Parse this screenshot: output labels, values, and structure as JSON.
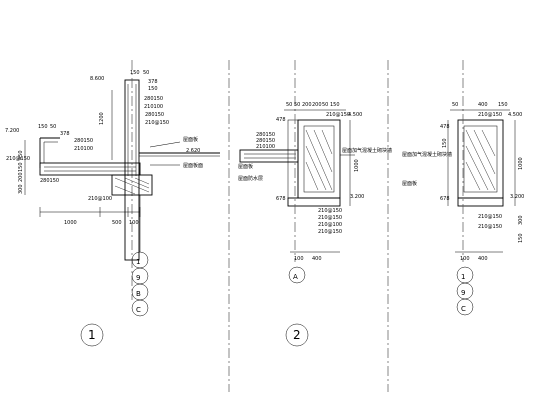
{
  "detail1": {
    "levels": {
      "top": "8.600",
      "mid": "7.200",
      "ground": "2.620"
    },
    "rebars": [
      "280150",
      "210100",
      "280150",
      "210@150",
      "280150",
      "210@150",
      "210100",
      "210@100",
      "280150"
    ],
    "small_dims": [
      "150",
      "50",
      "378",
      "150",
      "378",
      "150",
      "50"
    ],
    "vert_dims": [
      "1200",
      "450",
      "150",
      "200",
      "300"
    ],
    "horiz_dims": [
      "1000",
      "500",
      "100"
    ],
    "notes": [
      "屋面板",
      "屋面板面"
    ],
    "axes": [
      "1",
      "9",
      "B",
      "C"
    ],
    "number": "1"
  },
  "detail2": {
    "top_dims": [
      "50",
      "50",
      "200",
      "200",
      "50",
      "150"
    ],
    "levels": [
      "4.500",
      "3.200"
    ],
    "rebars": [
      "280150",
      "210@150",
      "280150",
      "210100",
      "210@150",
      "210@150",
      "210@100",
      "210@150"
    ],
    "vert_dims": [
      "478",
      "1000",
      "678"
    ],
    "dims_bottom": [
      "100",
      "400"
    ],
    "notes": [
      "屋面板",
      "屋面防水层",
      "屋面加气混凝土砌块墙"
    ],
    "axis": "A",
    "number": "2"
  },
  "detail3": {
    "top_dims": [
      "50",
      "400",
      "150"
    ],
    "levels": [
      "4.500",
      "3.200"
    ],
    "rebars": [
      "210@150",
      "210@150",
      "210@150"
    ],
    "vert_dims": [
      "478",
      "1000",
      "678",
      "150",
      "300",
      "150"
    ],
    "dims_bottom": [
      "100",
      "400"
    ],
    "notes": [
      "屋面加气混凝土砌块墙",
      "屋面板"
    ],
    "axes": [
      "1",
      "9",
      "C"
    ]
  }
}
